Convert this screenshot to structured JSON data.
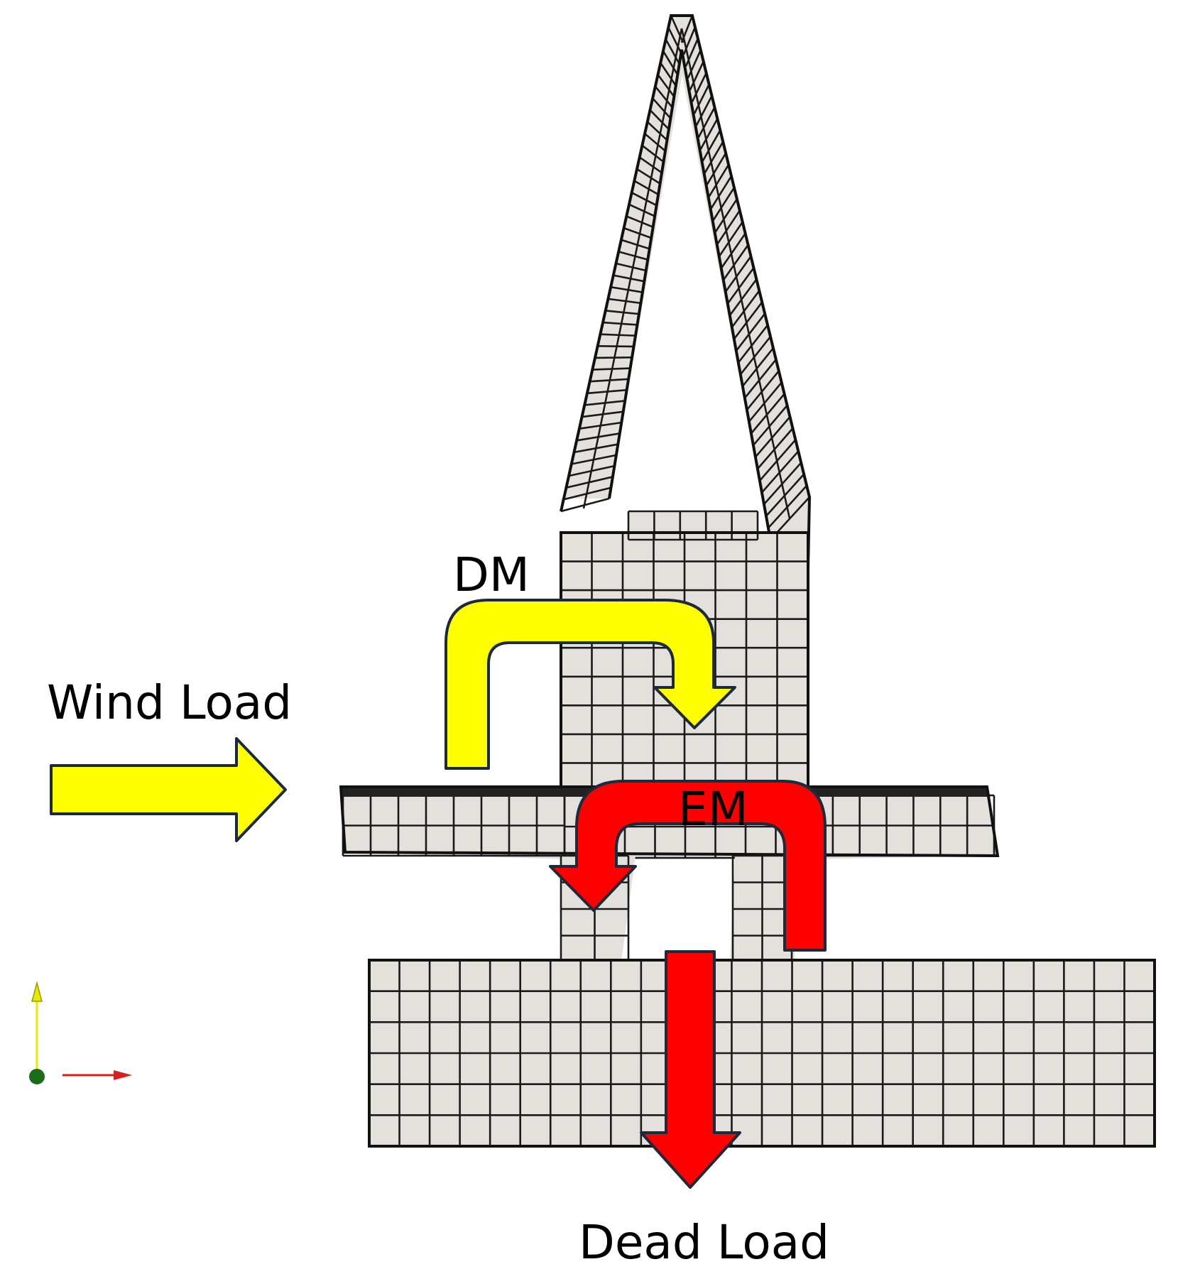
{
  "labels": {
    "wind_load": "Wind Load",
    "dead_load": "Dead Load",
    "dm": "DM",
    "em": "EM"
  },
  "colors": {
    "wind_arrow": "#ffff00",
    "dm_arrow": "#ffff00",
    "em_arrow": "#ff0000",
    "dead_load_arrow": "#ff0000",
    "mesh_fill": "#e4e1dc",
    "mesh_line": "#1a1a1a",
    "axis_vertical": "#e8e800",
    "axis_horizontal": "#d42020",
    "axis_origin": "#1a6b1a"
  },
  "icons": {
    "axis_triad": "xy-axis-triad-icon"
  }
}
